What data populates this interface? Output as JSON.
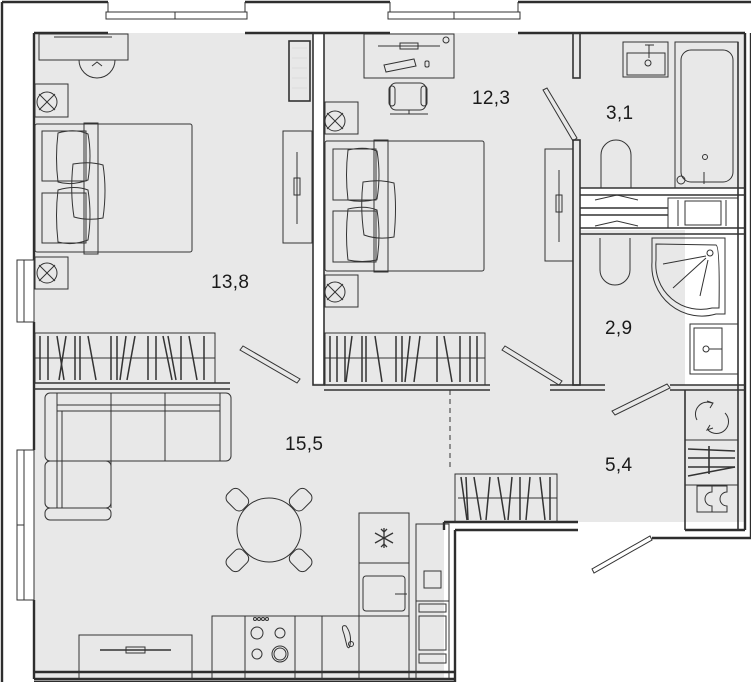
{
  "plan": {
    "type": "apartment-floor-plan",
    "colors": {
      "floor": "#e8e8e8",
      "wall": "#2e2e2e",
      "background": "#ffffff",
      "text": "#1a1a1a"
    },
    "rooms": [
      {
        "id": "bedroom-left",
        "name": "bedroom",
        "area": "13,8"
      },
      {
        "id": "bedroom-right",
        "name": "bedroom",
        "area": "12,3"
      },
      {
        "id": "bathroom-tub",
        "name": "bathroom",
        "area": "3,1"
      },
      {
        "id": "bathroom-shower",
        "name": "shower-room",
        "area": "2,9"
      },
      {
        "id": "living-kitchen",
        "name": "living-kitchen",
        "area": "15,5"
      },
      {
        "id": "hallway",
        "name": "hallway",
        "area": "5,4"
      }
    ],
    "icons": {
      "fridge": "snowflake-icon",
      "washer": "rotation-icon",
      "boiler": "radiator-icon",
      "meter": "electric-panel-icon",
      "ventilation": "fan-icon",
      "stove": "cooktop-icon",
      "sink": "sink-icon"
    }
  }
}
